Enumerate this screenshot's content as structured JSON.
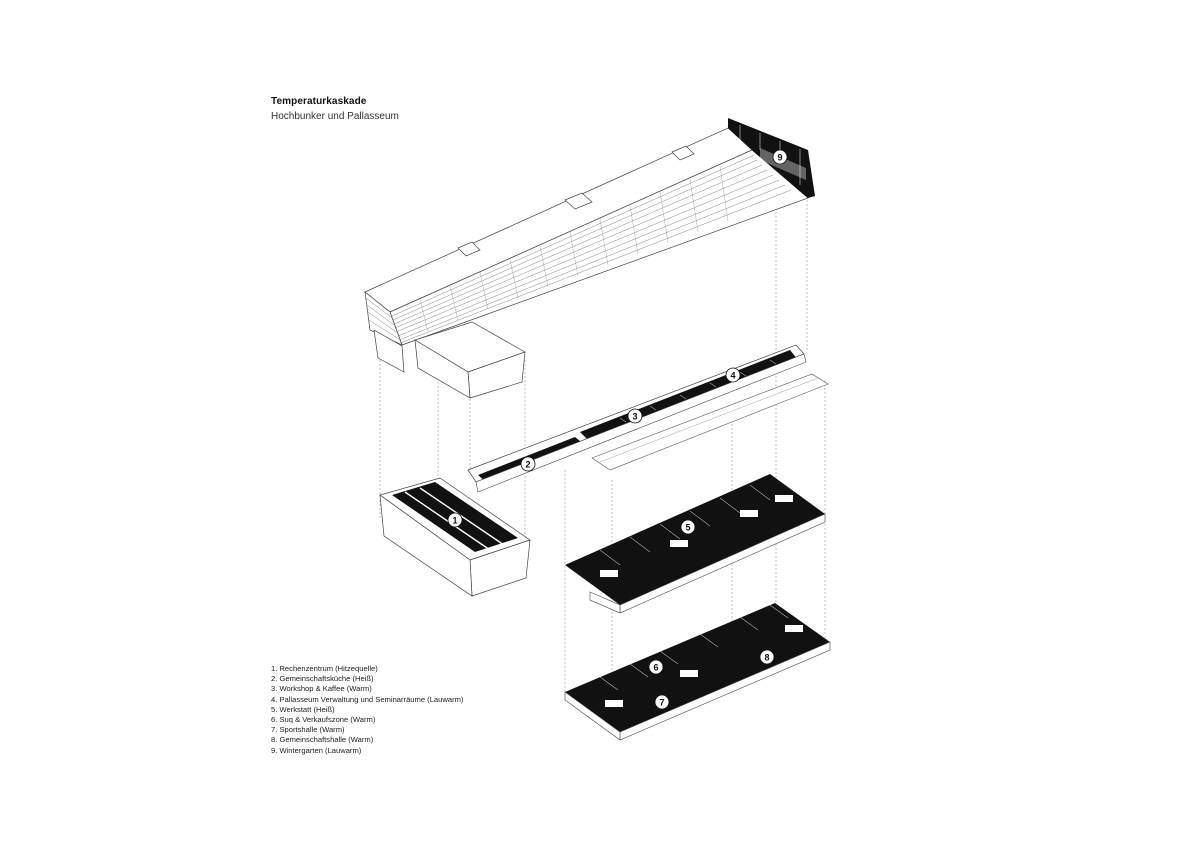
{
  "title": "Temperaturkaskade",
  "subtitle": "Hochbunker und Pallasseum",
  "legend": [
    "1. Rechenzentrum (Hitzequelle)",
    "2. Gemeinschaftsküche (Heiß)",
    "3. Workshop & Kaffee (Warm)",
    "4. Pallasseum Verwaltung und Seminarräume (Lauwarm)",
    "5. Werkstatt (Heiß)",
    "6. Suq & Verkaufszone (Warm)",
    "7. Sportshalle (Warm)",
    "8. Gemeinschaftshalle (Warm)",
    "9. Wintergarten (Lauwarm)"
  ],
  "badges": [
    "1",
    "2",
    "3",
    "4",
    "5",
    "6",
    "7",
    "8",
    "9"
  ],
  "colors": {
    "ink": "#111111",
    "line": "#555555",
    "paper": "#ffffff",
    "guide": "#999999"
  }
}
